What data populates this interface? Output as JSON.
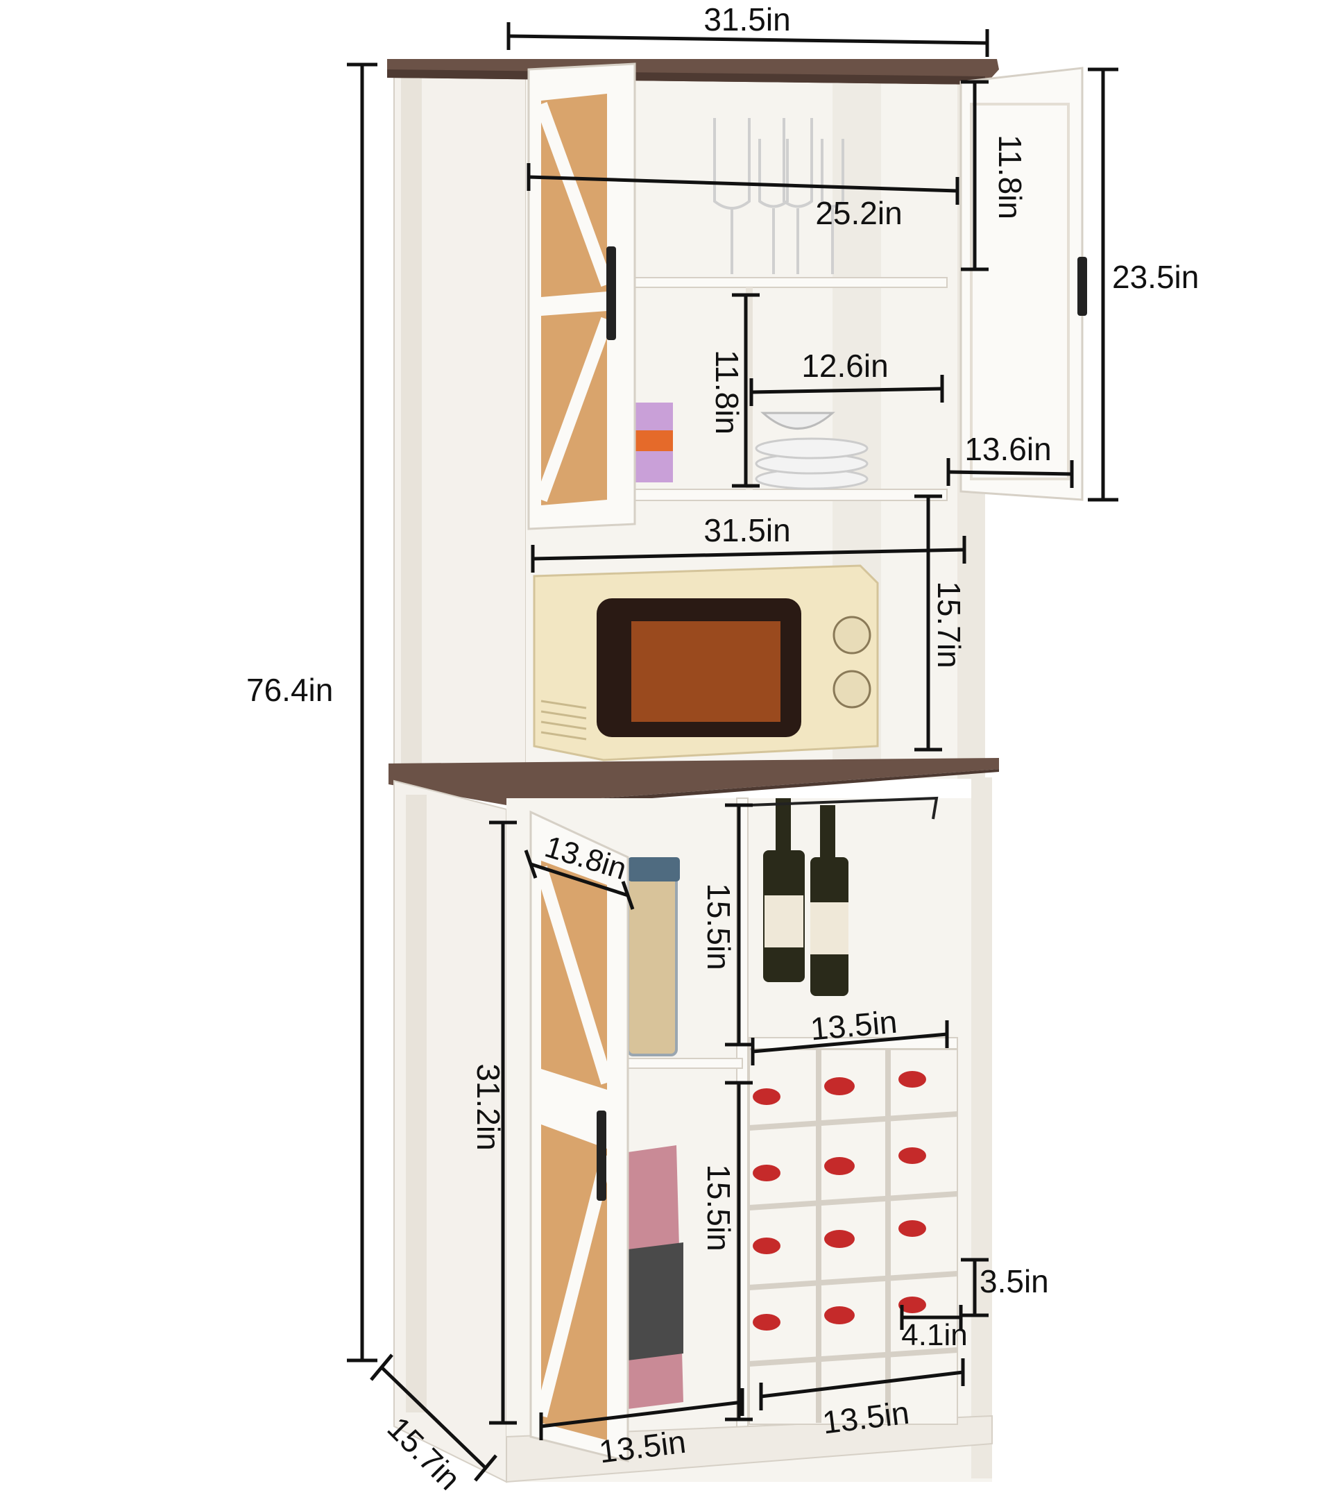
{
  "colors": {
    "cabinet_white": "#f4f1ec",
    "cabinet_shadow": "#ddd8d0",
    "wood_top": "#6b5247",
    "rattan": "#d9a46c",
    "rattan_dark": "#b97f45",
    "handle": "#222222",
    "microwave_body": "#f2e6c2",
    "microwave_window": "#9a4a1e",
    "bottle_red": "#c52a2a",
    "bottle_dark": "#2a2a1a",
    "dimension_line": "#111111"
  },
  "dimensions": {
    "overall_width": "31.5in",
    "overall_height": "76.4in",
    "overall_depth": "15.7in",
    "upper_door_height": "23.5in",
    "upper_shelf_height": "11.8in",
    "upper_inner_width": "25.2in",
    "middle_shelf_height": "11.8in",
    "middle_shelf_width": "12.6in",
    "door_width": "13.6in",
    "microwave_width": "31.5in",
    "microwave_height": "15.7in",
    "lower_door_height": "31.2in",
    "lower_door_width": "13.8in",
    "lower_left_upper_height": "15.5in",
    "lower_left_lower_height": "15.5in",
    "wine_area_width": "13.5in",
    "wine_cube_height": "3.5in",
    "wine_cube_width": "4.1in",
    "bottom_left_width": "13.5in",
    "bottom_right_width": "13.5in"
  }
}
